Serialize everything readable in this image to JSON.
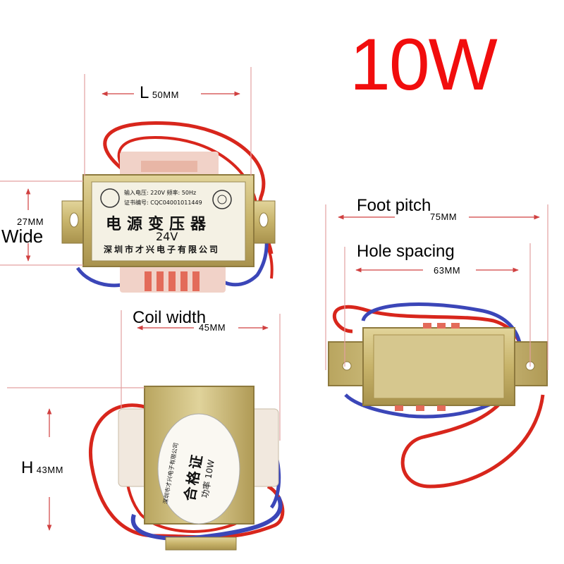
{
  "power_label": "10W",
  "dimensions": {
    "length": {
      "letter": "L",
      "value": "50MM"
    },
    "width": {
      "value": "27MM",
      "label": "Wide"
    },
    "foot_pitch": {
      "label": "Foot pitch",
      "value": "75MM"
    },
    "hole_spacing": {
      "label": "Hole spacing",
      "value": "63MM"
    },
    "coil_width": {
      "label": "Coil width",
      "value": "45MM"
    },
    "height": {
      "letter": "H",
      "value": "43MM"
    }
  },
  "nameplate": {
    "input": "输入电压: 220V 频率: 50Hz",
    "cert": "证书编号: CQC04001011449",
    "title": "电源变压器",
    "voltage": "24V",
    "maker": "深圳市才兴电子有限公司"
  },
  "certificate": {
    "title": "合格证",
    "power": "功率 10W",
    "maker": "深圳市才兴电子有限公司"
  },
  "colors": {
    "accent": "#f10d0d",
    "dim_line": "#d04040",
    "wire_red": "#d8261c",
    "wire_blue": "#3b46b8",
    "metal": "#c9b46a"
  }
}
